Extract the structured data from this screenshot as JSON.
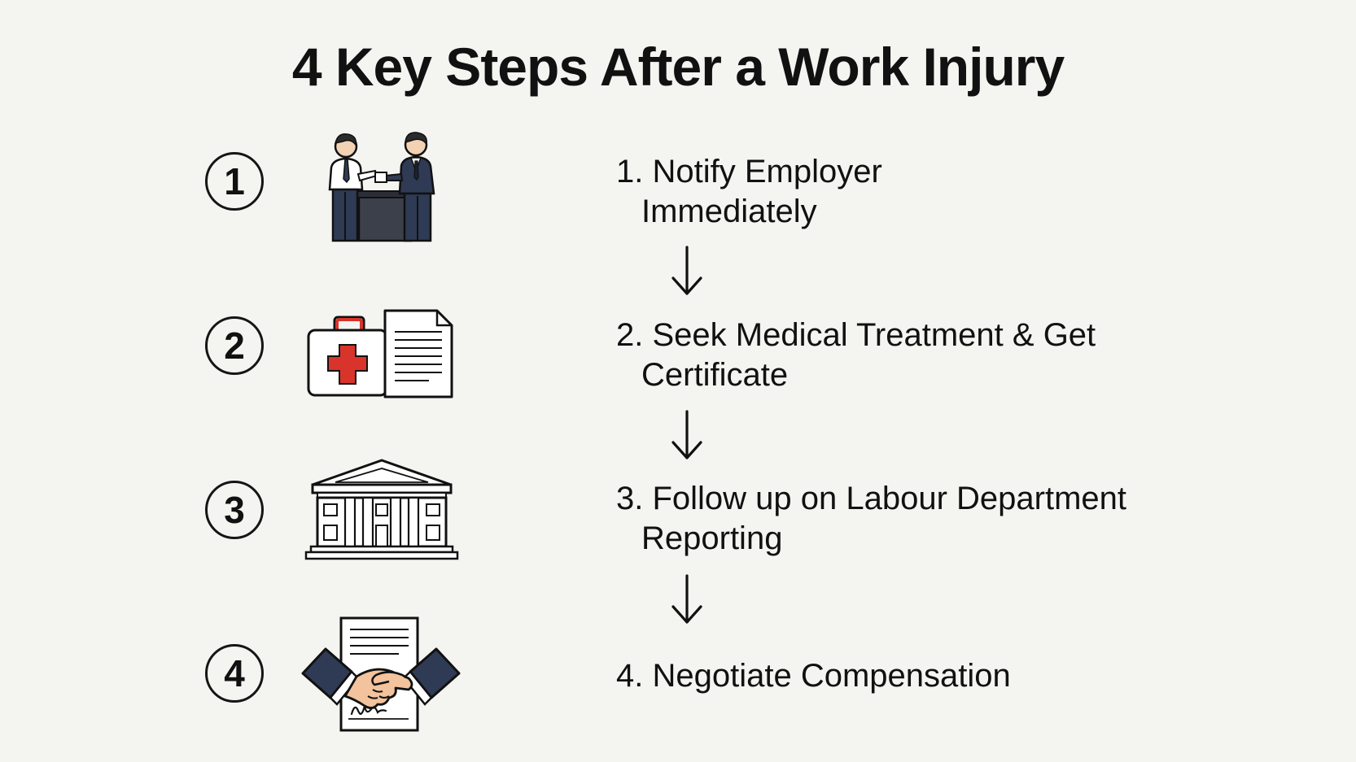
{
  "title": "4 Key Steps After a Work Injury",
  "steps": [
    {
      "number": "1",
      "line1": "1. Notify Employer",
      "line2": "Immediately",
      "icon": "two-people-meeting-icon"
    },
    {
      "number": "2",
      "line1": "2. Seek Medical Treatment & Get",
      "line2": "Certificate",
      "icon": "first-aid-kit-and-document-icon"
    },
    {
      "number": "3",
      "line1": "3. Follow up on Labour Department",
      "line2": "Reporting",
      "icon": "government-building-icon"
    },
    {
      "number": "4",
      "line1": "4. Negotiate Compensation",
      "line2": "",
      "icon": "handshake-contract-icon"
    }
  ],
  "colors": {
    "background": "#f4f4f1",
    "ink": "#111111",
    "navy": "#2f3a55",
    "medical_red": "#d9342b",
    "skin": "#f2c39c"
  }
}
